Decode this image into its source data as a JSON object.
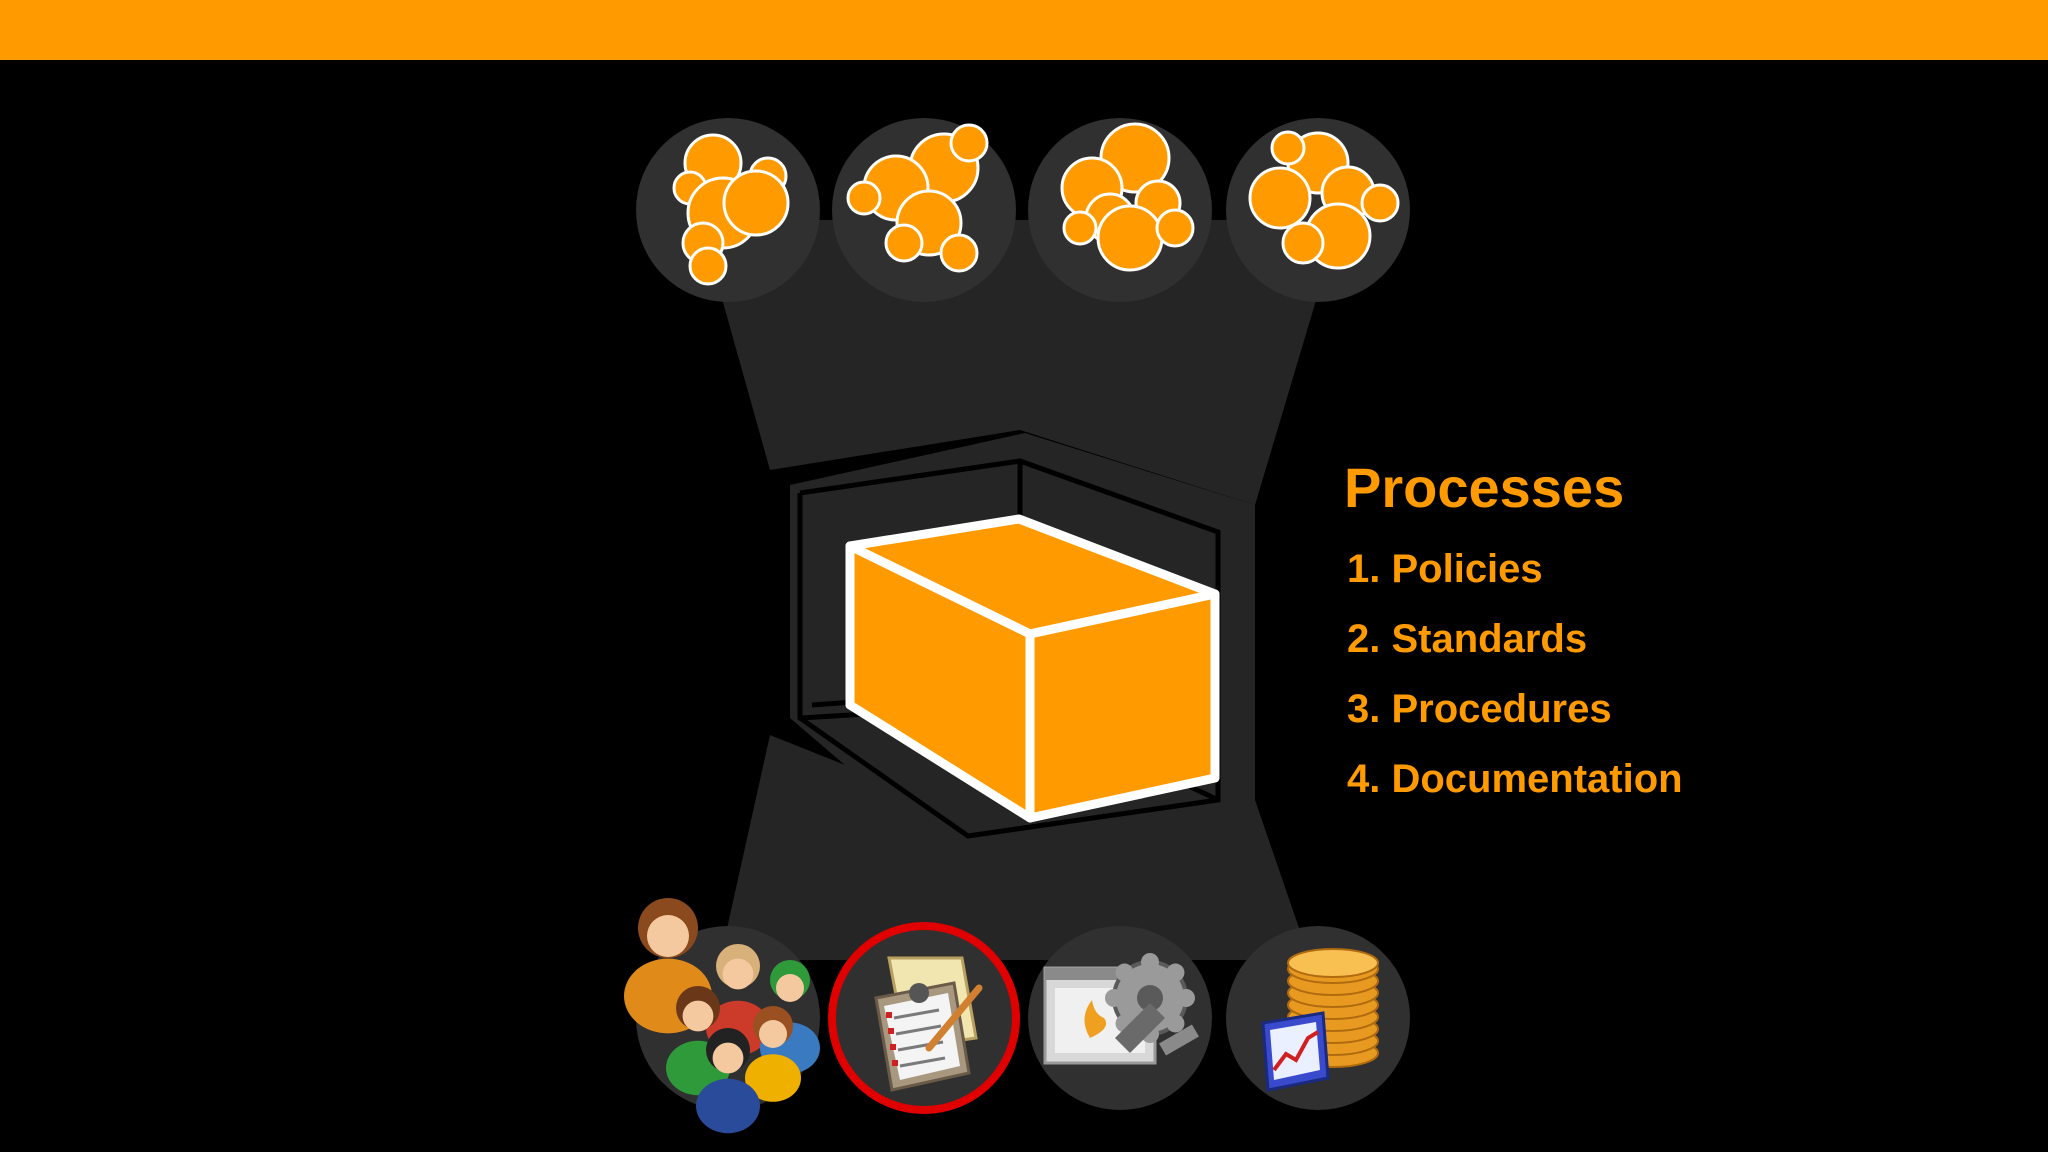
{
  "theme": {
    "accent": "#FF9A00",
    "background": "#000000",
    "panel": "#252525",
    "circle": "#303030",
    "outline": "#FFFFFF",
    "highlight_ring": "#E00000"
  },
  "processes": {
    "title": "Processes",
    "items": [
      "1. Policies",
      "2. Standards",
      "3. Procedures",
      "4. Documentation"
    ]
  },
  "top_nodes": [
    {
      "icon": "bubble-cluster-icon"
    },
    {
      "icon": "bubble-cluster-icon"
    },
    {
      "icon": "bubble-cluster-icon"
    },
    {
      "icon": "bubble-cluster-icon"
    }
  ],
  "bottom_nodes": [
    {
      "icon": "people-group-icon",
      "selected": false
    },
    {
      "icon": "clipboard-folder-icon",
      "selected": true
    },
    {
      "icon": "gear-window-icon",
      "selected": false
    },
    {
      "icon": "coins-chart-icon",
      "selected": false
    }
  ],
  "center": {
    "icon": "orange-box-icon"
  }
}
